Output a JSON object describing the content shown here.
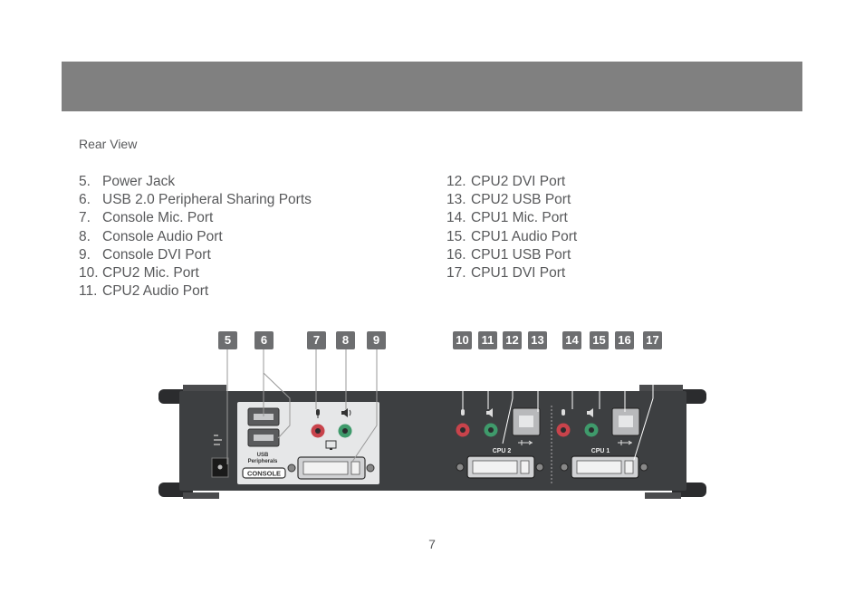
{
  "section_title": "Rear View",
  "left_items": [
    {
      "num": "5.",
      "label": "Power Jack"
    },
    {
      "num": "6.",
      "label": "USB 2.0 Peripheral Sharing Ports"
    },
    {
      "num": "7.",
      "label": "Console Mic. Port"
    },
    {
      "num": "8.",
      "label": "Console Audio Port"
    },
    {
      "num": "9.",
      "label": "Console DVI Port"
    },
    {
      "num": "10.",
      "label": "CPU2 Mic. Port"
    },
    {
      "num": "11.",
      "label": "CPU2 Audio Port"
    }
  ],
  "right_items": [
    {
      "num": "12.",
      "label": "CPU2 DVI Port"
    },
    {
      "num": "13.",
      "label": "CPU2 USB Port"
    },
    {
      "num": "14.",
      "label": "CPU1 Mic. Port"
    },
    {
      "num": "15.",
      "label": "CPU1 Audio Port"
    },
    {
      "num": "16.",
      "label": "CPU1 USB Port"
    },
    {
      "num": "17.",
      "label": "CPU1 DVI Port"
    }
  ],
  "callouts": [
    "5",
    "6",
    "7",
    "8",
    "9",
    "10",
    "11",
    "12",
    "13",
    "14",
    "15",
    "16",
    "17"
  ],
  "device_labels": {
    "usb_peripherals": "USB Peripherals",
    "console": "CONSOLE",
    "cpu2": "CPU 2",
    "cpu1": "CPU 1"
  },
  "page_number": "7",
  "colors": {
    "header_bar": "#808080",
    "body_text": "#58595b",
    "callout_bg": "#6d6e70",
    "device_body": "#3d3f41",
    "console_panel": "#e6e7e8",
    "mic_port": "#c8434b",
    "audio_port": "#3f9a6b"
  },
  "icons": [
    "mic-icon",
    "speaker-icon",
    "monitor-icon",
    "usb-icon"
  ]
}
